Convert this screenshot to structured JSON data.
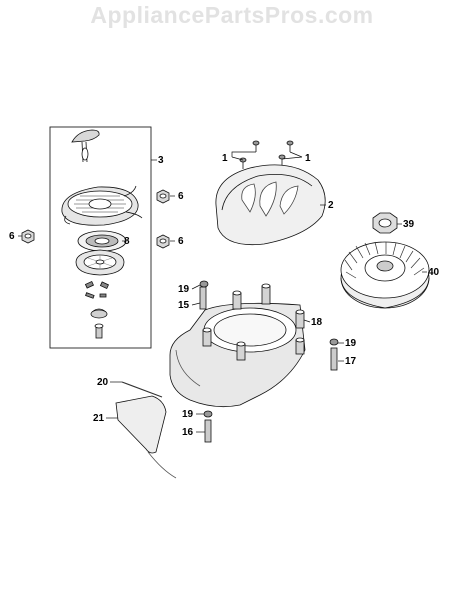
{
  "watermark": "AppliancePartsPros.com",
  "callouts": {
    "c1a": "1",
    "c1b": "1",
    "c2": "2",
    "c3": "3",
    "c6a": "6",
    "c6b": "6",
    "c6c": "6",
    "c8": "8",
    "c15": "15",
    "c16": "16",
    "c17": "17",
    "c18": "18",
    "c19a": "19",
    "c19b": "19",
    "c19c": "19",
    "c20": "20",
    "c21": "21",
    "c39": "39",
    "c40": "40"
  }
}
